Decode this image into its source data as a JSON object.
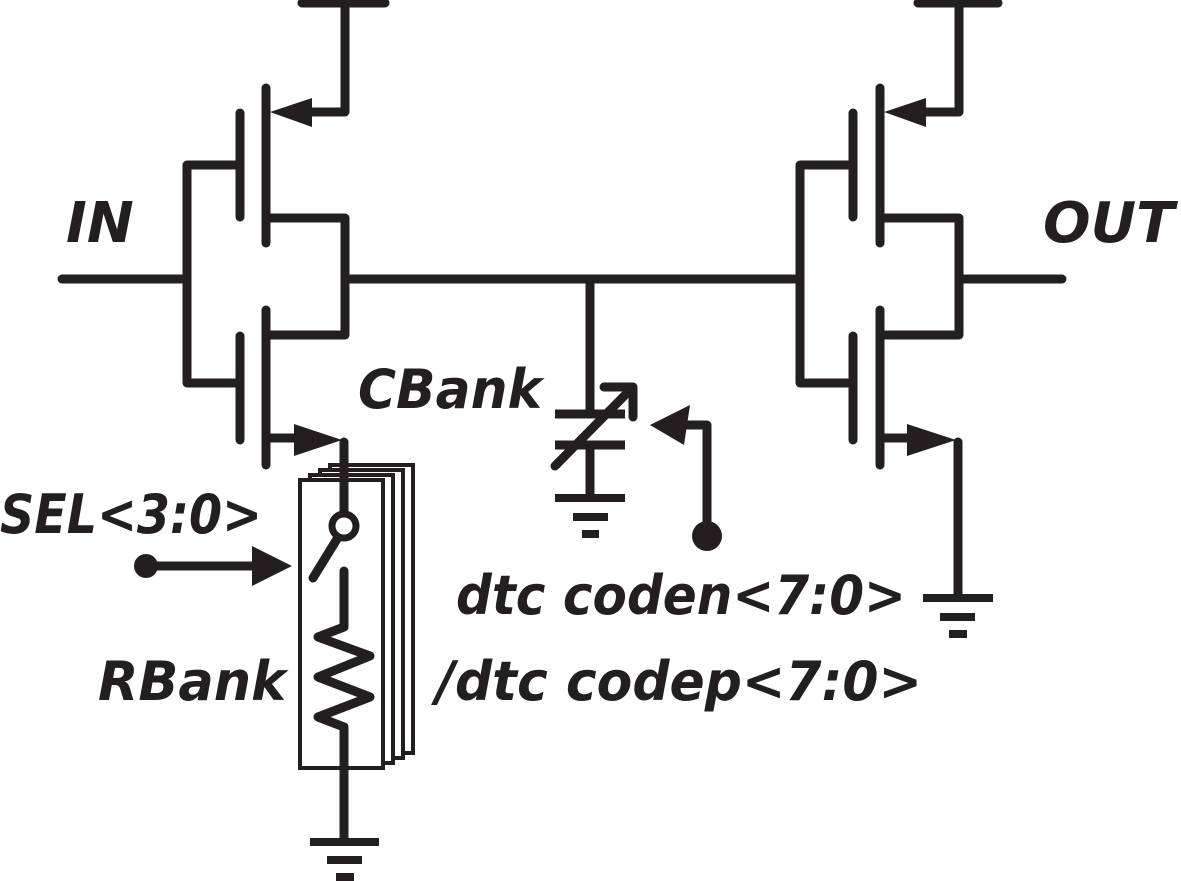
{
  "diagram": {
    "type": "circuit-schematic",
    "ink_color": "#231f20",
    "background": "#ffffff",
    "labels": {
      "input": "IN",
      "output": "OUT",
      "capacitor_bank": "CBank",
      "resistor_bank": "RBank",
      "select": "SEL<3:0>",
      "code_n": "dtc coden<7:0>",
      "code_p": "/dtc codep<7:0>"
    },
    "components": [
      {
        "id": "inv1",
        "kind": "CMOS inverter",
        "input": "IN",
        "output": "internal node"
      },
      {
        "id": "inv2",
        "kind": "CMOS inverter",
        "input": "internal node",
        "output": "OUT"
      },
      {
        "id": "rbank",
        "kind": "switched resistor bank (stacked x4)",
        "control": "SEL<3:0>"
      },
      {
        "id": "cbank",
        "kind": "variable capacitor bank",
        "control": "dtc coden<7:0> / dtc codep<7:0>"
      }
    ]
  }
}
